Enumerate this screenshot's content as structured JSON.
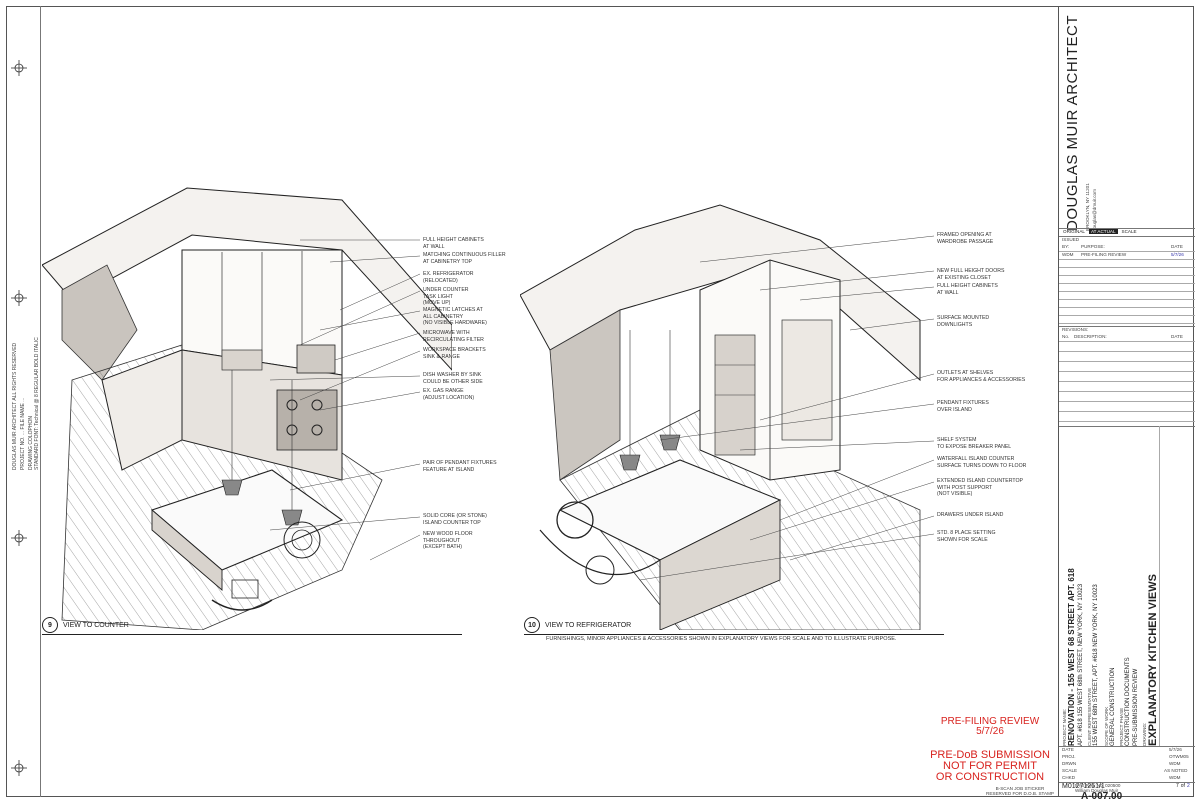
{
  "sheet": {
    "view9": {
      "label": "VIEW TO COUNTER",
      "number": "9",
      "callouts": [
        "FULL HEIGHT CABINETS\nAT WALL",
        "MATCHING CONTINUOUS FILLER\nAT CABINETRY TOP",
        "EX. REFRIGERATOR\n(RELOCATED)",
        "UNDER COUNTER\nTASK LIGHT\n(MOVE UP)",
        "MAGNETIC LATCHES AT\nALL CABINETRY\n(NO VISIBLE HARDWARE)",
        "MICROWAVE WITH\nRECIRCULATING FILTER",
        "WORKSPACE BRACKETS\nSINK & RANGE",
        "DISH WASHER BY SINK\nCOULD BE OTHER SIDE",
        "EX. GAS RANGE\n(ADJUST LOCATION)",
        "PAIR OF PENDANT FIXTURES\nFEATURE AT ISLAND",
        "SOLID CORE (OR STONE)\nISLAND COUNTER TOP",
        "NEW WOOD FLOOR\nTHROUGHOUT\n(EXCEPT BATH)"
      ]
    },
    "view10": {
      "label": "VIEW TO REFRIGERATOR",
      "number": "10",
      "callouts": [
        "FRAMED OPENING AT\nWARDROBE PASSAGE",
        "NEW FULL HEIGHT DOORS\nAT EXISTING CLOSET",
        "FULL HEIGHT CABINETS\nAT WALL",
        "SURFACE MOUNTED\nDOWNLIGHTS",
        "OUTLETS AT SHELVES\nFOR APPLIANCES & ACCESSORIES",
        "PENDANT FIXTURES\nOVER ISLAND",
        "SHELF SYSTEM\nTO EXPOSE BREAKER PANEL",
        "WATERFALL ISLAND COUNTER\nSURFACE TURNS DOWN TO FLOOR",
        "EXTENDED ISLAND COUNTERTOP\nWITH POST SUPPORT\n(NOT VISIBLE)",
        "DRAWERS UNDER ISLAND",
        "STD. 8 PLACE SETTING\nSHOWN FOR SCALE"
      ]
    },
    "footnote": "FURNISHINGS, MINOR APPLIANCES & ACCESSORIES SHOWN IN EXPLANATORY VIEWS FOR SCALE AND TO ILLUSTRATE PURPOSE.",
    "left_margin_notes": [
      "DOUGLAS MUIR ARCHITECT    ALL RIGHTS RESERVED",
      "PROJECT NO. ...    FILE NAME ...",
      "DRAWING COLOPHON",
      "STANDARD FONT: Technical @ 8 REGULAR BOLD ITALIC"
    ]
  },
  "title_block": {
    "firm": "DOUGLAS MUIR ARCHITECT",
    "firm_address": "BROOKLYN, NY 11201",
    "firm_email": "douglas@dmuir.com",
    "scale_header": {
      "original": "ORIGINAL",
      "actual": "AT ACTUAL",
      "scale": "SCALE"
    },
    "issued_header": "ISSUED",
    "issued_cols": {
      "by": "BY:",
      "purpose": "PURPOSE:",
      "date": "DATE"
    },
    "issued_rows": [
      {
        "by": "WDM",
        "purpose": "PRE-FILING REVIEW",
        "date": "5/7/26"
      }
    ],
    "revisions_header": "REVISIONS:",
    "revisions_cols": {
      "no": "No.",
      "description": "DESCRIPTION:",
      "date": "DATE"
    },
    "project_name_label": "PROJECT NAME:",
    "project_name": "RENOVATION - 155 WEST 68 STREET  APT. 618",
    "project_address": "APT. #618  155 WEST 68th STREET, NEW YORK, NY 10023",
    "client_rep_label": "CLIENT REPRESENTATIVE",
    "client_rep": "155 WEST 68th STREET, APT. #618 NEW YORK, NY 10023",
    "scope_label": "SCOPE OF WORK",
    "scope": "GENERAL CONSTRUCTION",
    "phase_label": "PROJECT PHASE",
    "phase": "CONSTRUCTION DOCUMENTS",
    "phase2": "PRE-SUBMISSION REVIEW",
    "drawing_title_label": "DRAWING:",
    "drawing_title": "EXPLANATORY KITCHEN VIEWS",
    "meta_rows": [
      {
        "k": "DATE",
        "v": "5/7/26"
      },
      {
        "k": "PROJ.",
        "v": "OTWM05"
      },
      {
        "k": "DRWN",
        "v": "WDM"
      },
      {
        "k": "SCALE",
        "v": "AS NOTED"
      },
      {
        "k": "CHKD",
        "v": "WDM"
      }
    ],
    "dob_no": "M01271251/1",
    "drawing_no": "A-007.00",
    "sheet": "7",
    "sheet_of": "2",
    "sheet_text": "of",
    "stamp_line1": "PRE-FILING REVIEW",
    "stamp_line2": "5/7/26",
    "stamp_line3": "PRE-DoB SUBMISSION",
    "stamp_line4": "NOT FOR PERMIT",
    "stamp_line5": "OR CONSTRUCTION",
    "dob_sticker": "B-SCAN JOB STICKER",
    "dob_sticker2": "RESERVED FOR D.O.B. STAMP",
    "license": "NYS Reg. No. 020500",
    "license_name": "William Douglas Muir",
    "file_label": "FILE:"
  },
  "colors": {
    "red_stamp": "#d8231f",
    "line": "#222222",
    "shade": "#bdb8b2"
  }
}
